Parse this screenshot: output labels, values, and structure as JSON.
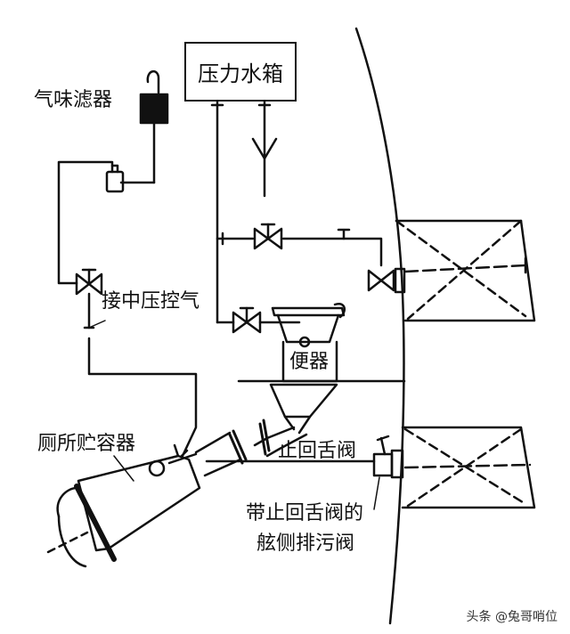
{
  "labels": {
    "pressure_tank": "压力水箱",
    "odor_filter": "气味滤器",
    "medium_pressure_air": "接中压控气",
    "toilet": "便器",
    "toilet_storage": "厕所贮容器",
    "check_flap_valve": "止回舌阀",
    "side_valve_line1": "带止回舌阀的",
    "side_valve_line2": "舷侧排污阀"
  },
  "watermark": "头条 @兔哥哨位",
  "colors": {
    "ink": "#111111",
    "paper": "#ffffff"
  }
}
